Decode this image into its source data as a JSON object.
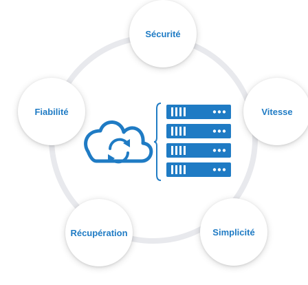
{
  "diagram": {
    "nodes": [
      {
        "id": "securite",
        "label": "Sécurité"
      },
      {
        "id": "vitesse",
        "label": "Vitesse"
      },
      {
        "id": "simplicite",
        "label": "Simplicité"
      },
      {
        "id": "recuperation",
        "label": "Récupération"
      },
      {
        "id": "fiabilite",
        "label": "Fiabilité"
      }
    ],
    "center": {
      "icons": [
        "cloud-sync-icon",
        "server-stack-icon"
      ],
      "server_count": 4
    },
    "colors": {
      "accent": "#1f7bc4",
      "ring": "#e8e9ed",
      "node_bg": "#ffffff"
    }
  }
}
